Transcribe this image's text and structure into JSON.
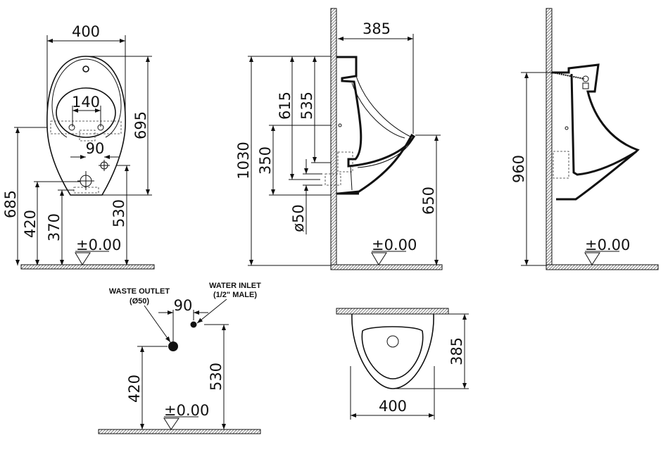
{
  "front_view": {
    "width": "400",
    "height": "695",
    "bowl_width": "140",
    "inlet_offset": "90",
    "bracket_height": "685",
    "waste_height": "420",
    "bottom_height": "370",
    "inlet_height": "530",
    "floor_level": "±0.00"
  },
  "side_view": {
    "depth": "385",
    "total_height": "1030",
    "dim_615": "615",
    "dim_535": "535",
    "dim_350": "350",
    "waste_diameter": "ø50",
    "rim_height": "650",
    "floor_level": "±0.00"
  },
  "side_view_flush": {
    "height": "960",
    "floor_level": "±0.00"
  },
  "connection_view": {
    "waste_label": "WASTE OUTLET",
    "waste_spec": "(Ø50)",
    "inlet_label": "WATER INLET",
    "inlet_spec": "(1/2\" MALE)",
    "offset": "90",
    "waste_height": "420",
    "inlet_height": "530",
    "floor_level": "±0.00"
  },
  "top_view": {
    "depth": "385",
    "width": "400"
  }
}
